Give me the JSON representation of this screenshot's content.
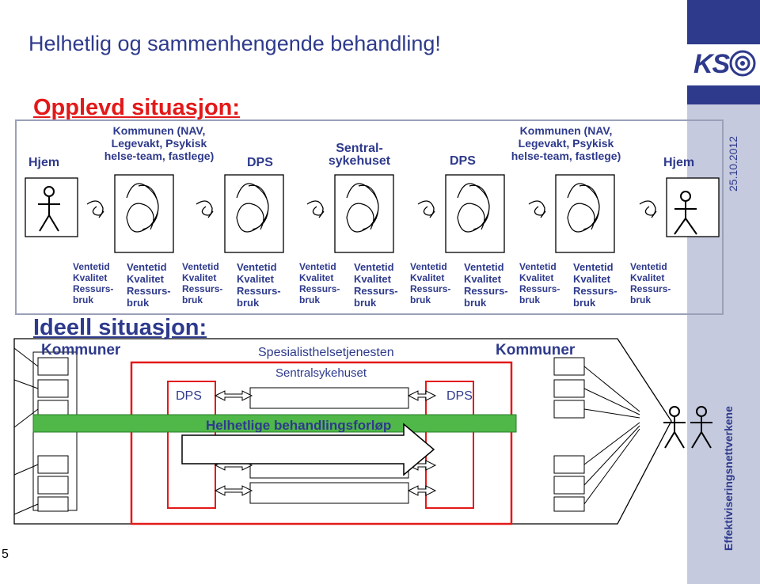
{
  "title": "Helhetlig og sammenhengende behandling!",
  "date": "25.10.2012",
  "org_label": "Effektiviseringsnettverkene",
  "logo_text": "KS",
  "page_number": "5",
  "opplevd": {
    "heading": "Opplevd situasjon:",
    "stations": [
      {
        "line1": "Hjem",
        "line2": "",
        "line3": ""
      },
      {
        "line1": "Kommunen (NAV,",
        "line2": "Legevakt, Psykisk",
        "line3": "helse-team, fastlege)"
      },
      {
        "line1": "DPS",
        "line2": "",
        "line3": ""
      },
      {
        "line1": "Sentral-",
        "line2": "sykehuset",
        "line3": ""
      },
      {
        "line1": "DPS",
        "line2": "",
        "line3": ""
      },
      {
        "line1": "Kommunen (NAV,",
        "line2": "Legevakt, Psykisk",
        "line3": "helse-team, fastlege)"
      },
      {
        "line1": "Hjem",
        "line2": "",
        "line3": ""
      }
    ],
    "metrics": {
      "l1": "Ventetid",
      "l2": "Kvalitet",
      "l3": "Ressurs-",
      "l4": "bruk"
    }
  },
  "ideell": {
    "heading": "Ideell situasjon:",
    "kommuner_left": "Kommuner",
    "kommuner_right": "Kommuner",
    "spesialist": "Spesialisthelsetjenesten",
    "sentral": "Sentralsykehuset",
    "dps_left": "DPS",
    "dps_right": "DPS",
    "forlop": "Helhetlige behandlingsforløp"
  },
  "colors": {
    "navy": "#2e3a8c",
    "red": "#e31919",
    "green": "#4fb848",
    "sidebar": "#c5cade"
  }
}
